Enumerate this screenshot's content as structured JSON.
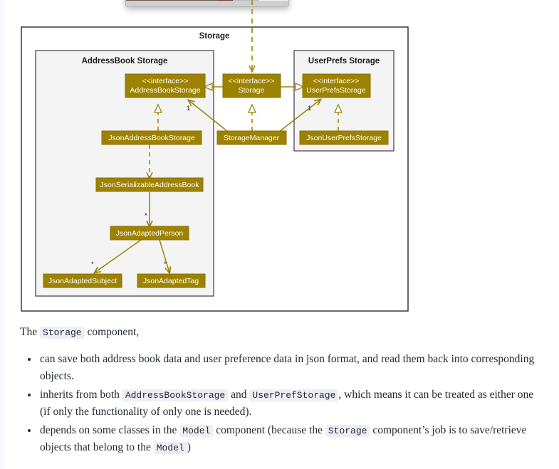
{
  "diagram": {
    "outer_frame_label": "Storage",
    "packages": [
      {
        "id": "addressbook",
        "label": "AddressBook Storage"
      },
      {
        "id": "userprefs",
        "label": "UserPrefs Storage"
      }
    ],
    "classes": [
      {
        "id": "addressbookstorage-interface",
        "stereotype": "<<interface>>",
        "name": "AddressBookStorage"
      },
      {
        "id": "storage-interface",
        "stereotype": "<<interface>>",
        "name": "Storage"
      },
      {
        "id": "userprefsstorage-interface",
        "stereotype": "<<interface>>",
        "name": "UserPrefsStorage"
      },
      {
        "id": "jsonaddressbookstorage",
        "stereotype": "",
        "name": "JsonAddressBookStorage"
      },
      {
        "id": "storagemanager",
        "stereotype": "",
        "name": "StorageManager"
      },
      {
        "id": "jsonuserprefsstorage",
        "stereotype": "",
        "name": "JsonUserPrefsStorage"
      },
      {
        "id": "jsonserializableaddressbook",
        "stereotype": "",
        "name": "JsonSerializableAddressBook"
      },
      {
        "id": "jsonadaptedperson",
        "stereotype": "",
        "name": "JsonAdaptedPerson"
      },
      {
        "id": "jsonadaptedsubject",
        "stereotype": "",
        "name": "JsonAdaptedSubject"
      },
      {
        "id": "jsonadaptedtag",
        "stereotype": "",
        "name": "JsonAdaptedTag"
      }
    ],
    "multiplicity_labels": [
      "1",
      "1",
      "*",
      "*",
      "*"
    ],
    "colors": {
      "class_fill": "#9d8200",
      "class_border": "#8a7200",
      "class_text": "#ffffff",
      "connector": "#9d8200",
      "package_fill": "#f4f4f4",
      "package_border": "#3b3b3b",
      "frame_fill": "#ffffff",
      "frame_border": "#2b2b2b"
    }
  },
  "prose": {
    "intro_before": "The",
    "intro_code": "Storage",
    "intro_after": "component,",
    "bullets": [
      {
        "parts": [
          {
            "type": "text",
            "value": "can save both address book data and user preference data in json format, and read them back into corresponding objects."
          }
        ]
      },
      {
        "parts": [
          {
            "type": "text",
            "value": "inherits from both"
          },
          {
            "type": "code",
            "value": "AddressBookStorage"
          },
          {
            "type": "text",
            "value": "and"
          },
          {
            "type": "code",
            "value": "UserPrefStorage"
          },
          {
            "type": "text",
            "value": ", which means it can be treated as either one (if only the functionality of only one is needed)."
          }
        ]
      },
      {
        "parts": [
          {
            "type": "text",
            "value": "depends on some classes in the"
          },
          {
            "type": "code",
            "value": "Model"
          },
          {
            "type": "text",
            "value": "component (because the"
          },
          {
            "type": "code",
            "value": "Storage"
          },
          {
            "type": "text",
            "value": "component’s job is to save/retrieve objects that belong to the"
          },
          {
            "type": "code",
            "value": "Model"
          },
          {
            "type": "text",
            "value": ")"
          }
        ]
      }
    ]
  }
}
